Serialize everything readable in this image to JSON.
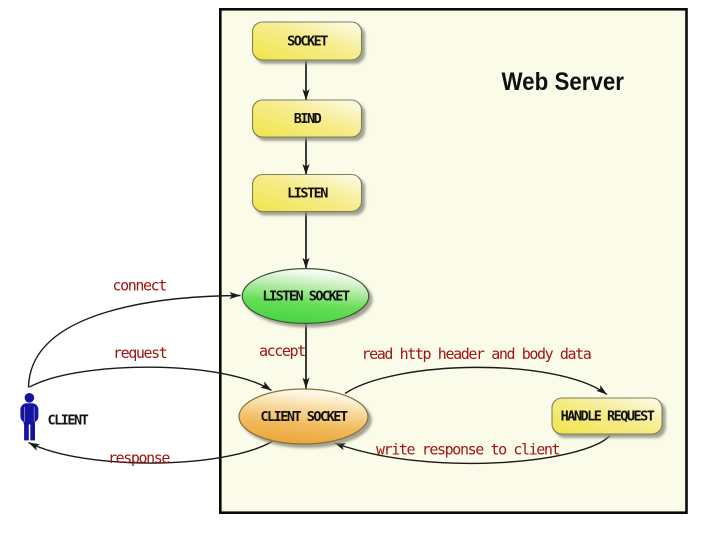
{
  "title": "Web Server",
  "diagram": {
    "nodes": {
      "socket": {
        "label": "SOCKET",
        "shape": "rounded-rect"
      },
      "bind": {
        "label": "BIND",
        "shape": "rounded-rect"
      },
      "listen": {
        "label": "LISTEN",
        "shape": "rounded-rect"
      },
      "listen_socket": {
        "label": "LISTEN SOCKET",
        "shape": "ellipse"
      },
      "client_socket": {
        "label": "CLIENT SOCKET",
        "shape": "ellipse"
      },
      "handle_request": {
        "label": "HANDLE REQUEST",
        "shape": "rounded-rect"
      }
    },
    "actor": {
      "label": "CLIENT"
    },
    "edges": {
      "socket_to_bind": {
        "from": "SOCKET",
        "to": "BIND",
        "label": ""
      },
      "bind_to_listen": {
        "from": "BIND",
        "to": "LISTEN",
        "label": ""
      },
      "listen_to_listen_socket": {
        "from": "LISTEN",
        "to": "LISTEN SOCKET",
        "label": ""
      },
      "accept": {
        "from": "LISTEN SOCKET",
        "to": "CLIENT SOCKET",
        "label": "accept"
      },
      "connect": {
        "from": "CLIENT",
        "to": "LISTEN SOCKET",
        "label": "connect"
      },
      "request": {
        "from": "CLIENT",
        "to": "CLIENT SOCKET",
        "label": "request"
      },
      "response": {
        "from": "CLIENT SOCKET",
        "to": "CLIENT",
        "label": "response"
      },
      "read": {
        "from": "CLIENT SOCKET",
        "to": "HANDLE REQUEST",
        "label": "read http header and body data"
      },
      "write": {
        "from": "HANDLE REQUEST",
        "to": "CLIENT SOCKET",
        "label": "write response to client"
      }
    },
    "colors": {
      "server_box_fill": "#fbfbe9",
      "server_box_border": "#0a0a0a",
      "node_yellow_dark": "#f0e54a",
      "node_yellow_mid": "#f6ec8e",
      "node_yellow_light": "#fdfcee",
      "node_yellow_border": "#7e7e5e",
      "green_dark": "#3ed13b",
      "green_mid1": "#68de58",
      "green_mid2": "#c2eeb6",
      "green_light": "#f2fcf0",
      "green_border": "#3c523c",
      "orange_dark": "#eda030",
      "orange_mid1": "#f1bb5e",
      "orange_mid2": "#f9e0ac",
      "orange_light": "#fdf7e8",
      "orange_border": "#82703e",
      "edge_label_color": "#a01414",
      "actor_color": "#14149e",
      "arrow_color": "#1a1a1a"
    }
  }
}
